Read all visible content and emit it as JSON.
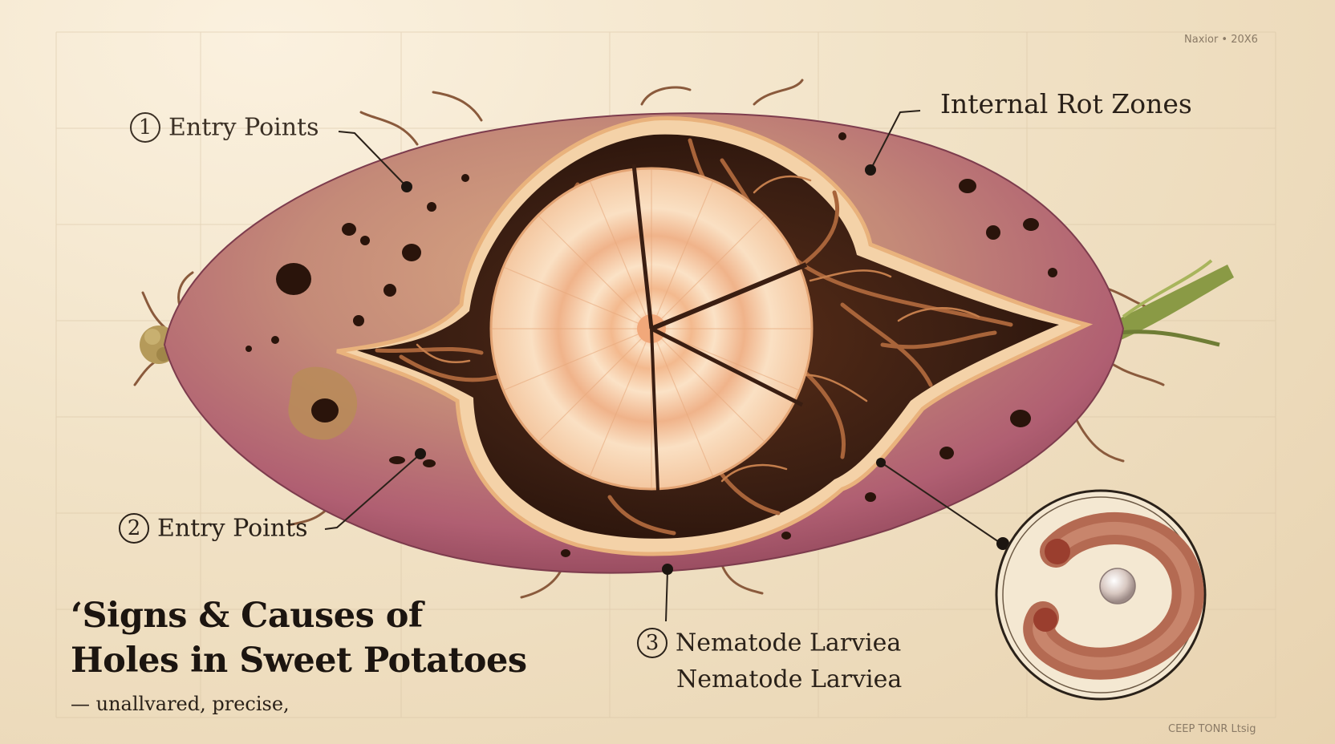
{
  "labels": {
    "entry_points_1": {
      "number": "1",
      "text": "Entry Points"
    },
    "entry_points_2": {
      "number": "2",
      "text": "Entry Points"
    },
    "internal_rot": "Internal Rot Zones",
    "nematode": {
      "number": "3",
      "text": "Nematode Larviea"
    },
    "nematode_repeat": "Nematode Larviea"
  },
  "title": {
    "line1": "‘Signs & Causes of",
    "line2": "Holes in Sweet Potatoes"
  },
  "subtitle": "— unallvared, precise,",
  "corner_text": {
    "top_right": "Naxior • 20X6",
    "bottom_right": "CEEP TONR Ltsig"
  },
  "colors": {
    "skin": "#b86a70",
    "skin_highlight": "#d6a07e",
    "flesh": "#f2c9a0",
    "flesh_ring": "#e9a679",
    "cavity": "#3a1e12",
    "rot_tunnels": "#a8643a",
    "larva": "#b46a52",
    "stem": "#8a9a45",
    "paper": "#efdfc2",
    "ink": "#2a2119"
  }
}
